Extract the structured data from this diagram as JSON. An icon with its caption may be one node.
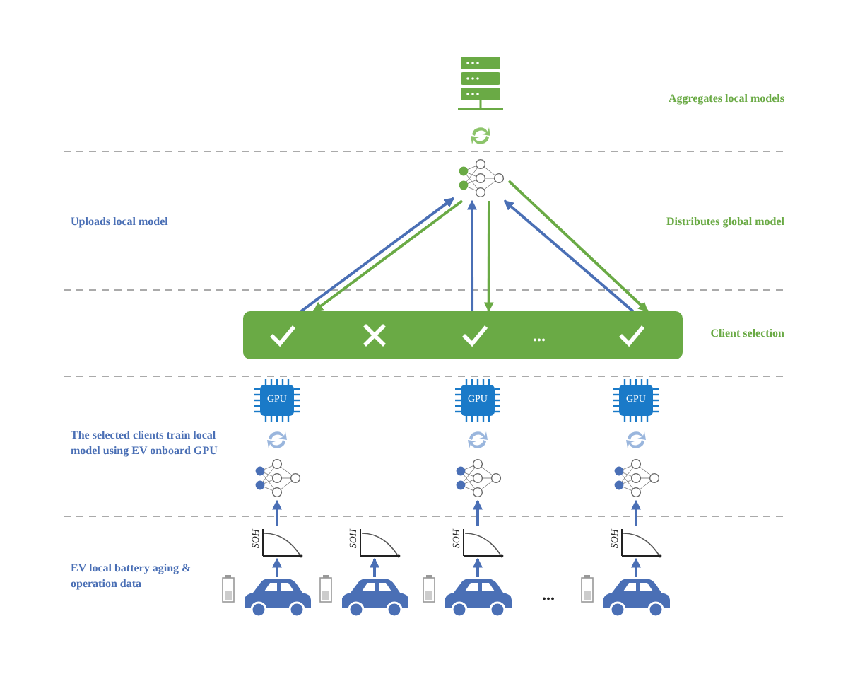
{
  "diagram": {
    "nodes": [
      {
        "text": [],
        "shape": "network"
      },
      {
        "text": [
          "..."
        ]
      },
      {
        "text": [
          "GPU"
        ]
      },
      {
        "text": [
          "GPU"
        ]
      },
      {
        "text": [
          "GPU"
        ]
      },
      {
        "text": [],
        "shape": "network"
      },
      {
        "text": [],
        "shape": "network"
      },
      {
        "text": [],
        "shape": "network"
      },
      {
        "text": [
          "SOH"
        ]
      },
      {
        "text": [
          "SOH"
        ]
      },
      {
        "text": [
          "SOH"
        ]
      },
      {
        "text": [
          "SOH"
        ]
      },
      {
        "text": [],
        "shape": "car"
      },
      {
        "text": [],
        "shape": "car"
      },
      {
        "text": [],
        "shape": "car"
      },
      {
        "text": [],
        "shape": "car"
      }
    ],
    "edges": [
      {
        "from": 1,
        "to": 0,
        "arrow": "to",
        "color": "#4a6fb5"
      },
      {
        "from": 0,
        "to": 1,
        "arrow": "to",
        "color": "#6aaa45"
      },
      {
        "from": 1,
        "to": 0,
        "arrow": "to",
        "color": "#4a6fb5"
      },
      {
        "from": 0,
        "to": 1,
        "arrow": "to",
        "color": "#6aaa45"
      },
      {
        "from": 1,
        "to": 0,
        "arrow": "to",
        "color": "#4a6fb5"
      },
      {
        "from": 0,
        "to": 1,
        "arrow": "to",
        "color": "#6aaa45"
      },
      {
        "from": 8,
        "to": 5,
        "arrow": "to",
        "color": "#4a6fb5"
      },
      {
        "from": 10,
        "to": 6,
        "arrow": "to",
        "color": "#4a6fb5"
      },
      {
        "from": 11,
        "to": 7,
        "arrow": "to",
        "color": "#4a6fb5"
      },
      {
        "from": 12,
        "to": 8,
        "arrow": "to",
        "color": "#4a6fb5"
      },
      {
        "from": 13,
        "to": 9,
        "arrow": "to",
        "color": "#4a6fb5"
      },
      {
        "from": 14,
        "to": 10,
        "arrow": "to",
        "color": "#4a6fb5"
      },
      {
        "from": 15,
        "to": 11,
        "arrow": "to",
        "color": "#4a6fb5"
      }
    ],
    "labels": [
      "Aggregates local models",
      "Uploads local model",
      "Distributes global model",
      "Client selection",
      "The selected clients train local model using EV onboard GPU",
      "EV local battery aging & operation data",
      "..."
    ]
  }
}
